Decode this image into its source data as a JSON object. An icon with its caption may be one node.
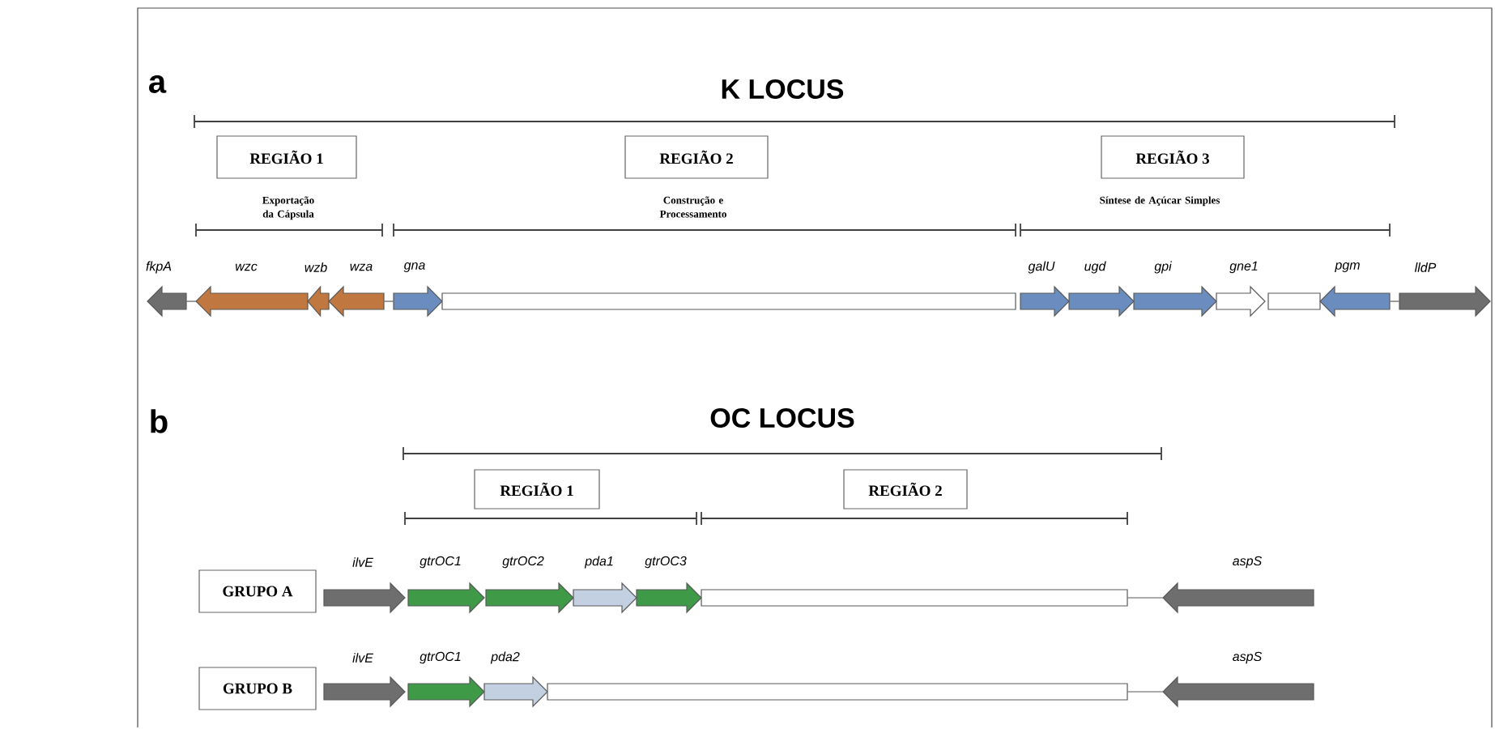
{
  "diagram": {
    "nodes": [
      {
        "text": [
          "REGIÃO 1"
        ],
        "beside": [
          "Exportação da Cápsula"
        ]
      },
      {
        "text": [
          "REGIÃO 2"
        ],
        "beside": [
          "Construção e Processamento"
        ]
      },
      {
        "text": [
          "REGIÃO 3"
        ],
        "beside": [
          "Síntese de Açúcar Simples"
        ]
      },
      {
        "text": [],
        "shape": "arrow",
        "beside": [
          "fkpA"
        ]
      },
      {
        "text": [],
        "shape": "arrow",
        "beside": [
          "wzc"
        ]
      },
      {
        "text": [],
        "shape": "arrow",
        "beside": [
          "wzb"
        ]
      },
      {
        "text": [],
        "shape": "arrow",
        "beside": [
          "wza"
        ]
      },
      {
        "text": [],
        "shape": "arrow",
        "beside": [
          "gna"
        ]
      },
      {
        "text": [],
        "shape": "box"
      },
      {
        "text": [],
        "shape": "arrow",
        "beside": [
          "galU"
        ]
      },
      {
        "text": [],
        "shape": "arrow",
        "beside": [
          "ugd"
        ]
      },
      {
        "text": [],
        "shape": "arrow",
        "beside": [
          "gpi"
        ]
      },
      {
        "text": [],
        "shape": "arrow",
        "beside": [
          "gne1"
        ]
      },
      {
        "text": [],
        "shape": "box"
      },
      {
        "text": [],
        "shape": "arrow",
        "beside": [
          "pgm"
        ]
      },
      {
        "text": [],
        "shape": "arrow",
        "beside": [
          "lldP"
        ]
      },
      {
        "text": [
          "REGIÃO 1"
        ]
      },
      {
        "text": [
          "REGIÃO 2"
        ]
      },
      {
        "text": [
          "GRUPO A"
        ]
      },
      {
        "text": [],
        "shape": "arrow",
        "beside": [
          "ilvE"
        ]
      },
      {
        "text": [],
        "shape": "arrow",
        "beside": [
          "gtrOC1"
        ]
      },
      {
        "text": [],
        "shape": "arrow",
        "beside": [
          "gtrOC2"
        ]
      },
      {
        "text": [],
        "shape": "arrow",
        "beside": [
          "pda1"
        ]
      },
      {
        "text": [],
        "shape": "arrow",
        "beside": [
          "gtrOC3"
        ]
      },
      {
        "text": [],
        "shape": "box"
      },
      {
        "text": [],
        "shape": "arrow",
        "beside": [
          "aspS"
        ]
      },
      {
        "text": [
          "GRUPO B"
        ]
      },
      {
        "text": [],
        "shape": "arrow",
        "beside": [
          "ilvE"
        ]
      },
      {
        "text": [],
        "shape": "arrow",
        "beside": [
          "gtrOC1"
        ]
      },
      {
        "text": [],
        "shape": "arrow",
        "beside": [
          "pda2"
        ]
      },
      {
        "text": [],
        "shape": "box"
      },
      {
        "text": [],
        "shape": "arrow",
        "beside": [
          "aspS"
        ]
      }
    ],
    "edges": [
      {
        "from": 3,
        "to": 4,
        "arrow": "none"
      },
      {
        "from": 6,
        "to": 7,
        "arrow": "none"
      },
      {
        "from": 14,
        "to": 15,
        "arrow": "none"
      },
      {
        "from": 24,
        "to": 25,
        "arrow": "none"
      },
      {
        "from": 30,
        "to": 31,
        "arrow": "none"
      }
    ],
    "labels": [
      "a",
      "K LOCUS",
      "b",
      "OC LOCUS"
    ]
  }
}
